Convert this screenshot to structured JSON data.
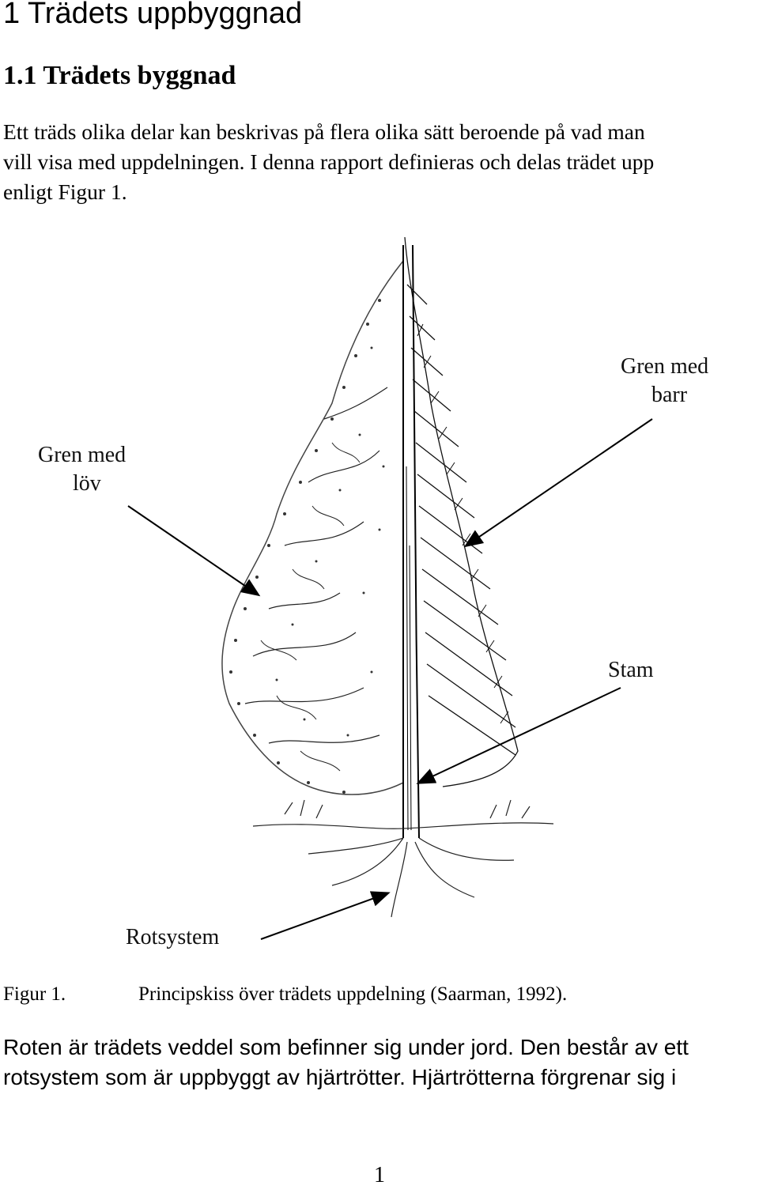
{
  "heading": {
    "section": "1 Trädets uppbyggnad",
    "subsection": "1.1 Trädets byggnad"
  },
  "intro_paragraph": {
    "lines": [
      "Ett träds olika delar kan beskrivas på flera olika sätt beroende på vad man",
      "vill visa med uppdelningen. I denna rapport definieras och delas trädet upp",
      "enligt Figur 1."
    ]
  },
  "figure": {
    "labels": {
      "gren_med_barr_1": "Gren med",
      "gren_med_barr_2": "barr",
      "gren_med_lov_1": "Gren med",
      "gren_med_lov_2": "löv",
      "stam": "Stam",
      "rotsystem": "Rotsystem"
    },
    "caption_label": "Figur 1.",
    "caption_text": "Principskiss över trädets uppdelning (Saarman, 1992)."
  },
  "body_paragraph": {
    "lines": [
      "Roten är trädets veddel som befinner sig under jord. Den består av ett",
      "rotsystem som är uppbyggt av hjärtrötter. Hjärtrötterna förgrenar sig i"
    ]
  },
  "page_number": "1"
}
